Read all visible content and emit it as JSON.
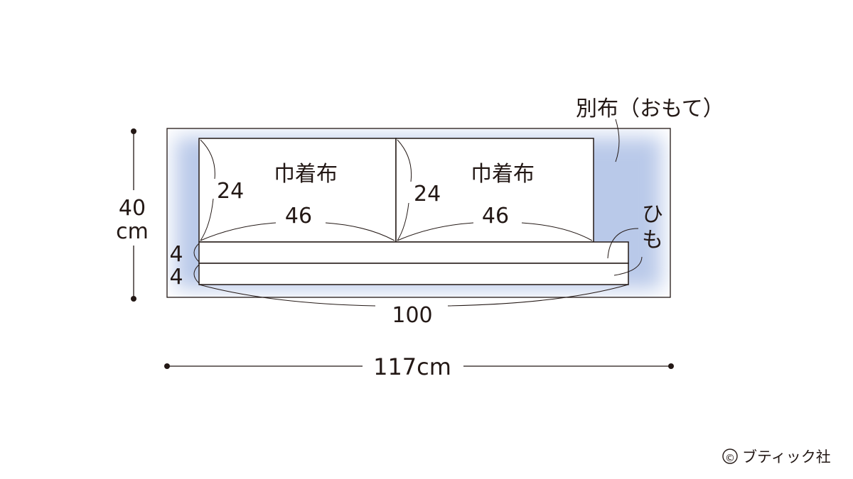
{
  "labels": {
    "fabric_outer": "別布（おもて）",
    "pouch_left": "巾着布",
    "pouch_right": "巾着布",
    "pouch_left_height": "24",
    "pouch_right_height": "24",
    "pouch_left_width": "46",
    "pouch_right_width": "46",
    "strap": "ひも",
    "strap_1_width": "4",
    "strap_2_width": "4",
    "strap_length": "100",
    "total_height_value": "40",
    "total_height_unit": "cm",
    "total_width": "117cm"
  },
  "copyright": {
    "symbol": "©",
    "publisher": "ブティック社"
  },
  "colors": {
    "fabric_fill": "#b9c9e9",
    "fabric_edge": "#ffffff",
    "line": "#231815",
    "piece_fill": "#ffffff"
  }
}
